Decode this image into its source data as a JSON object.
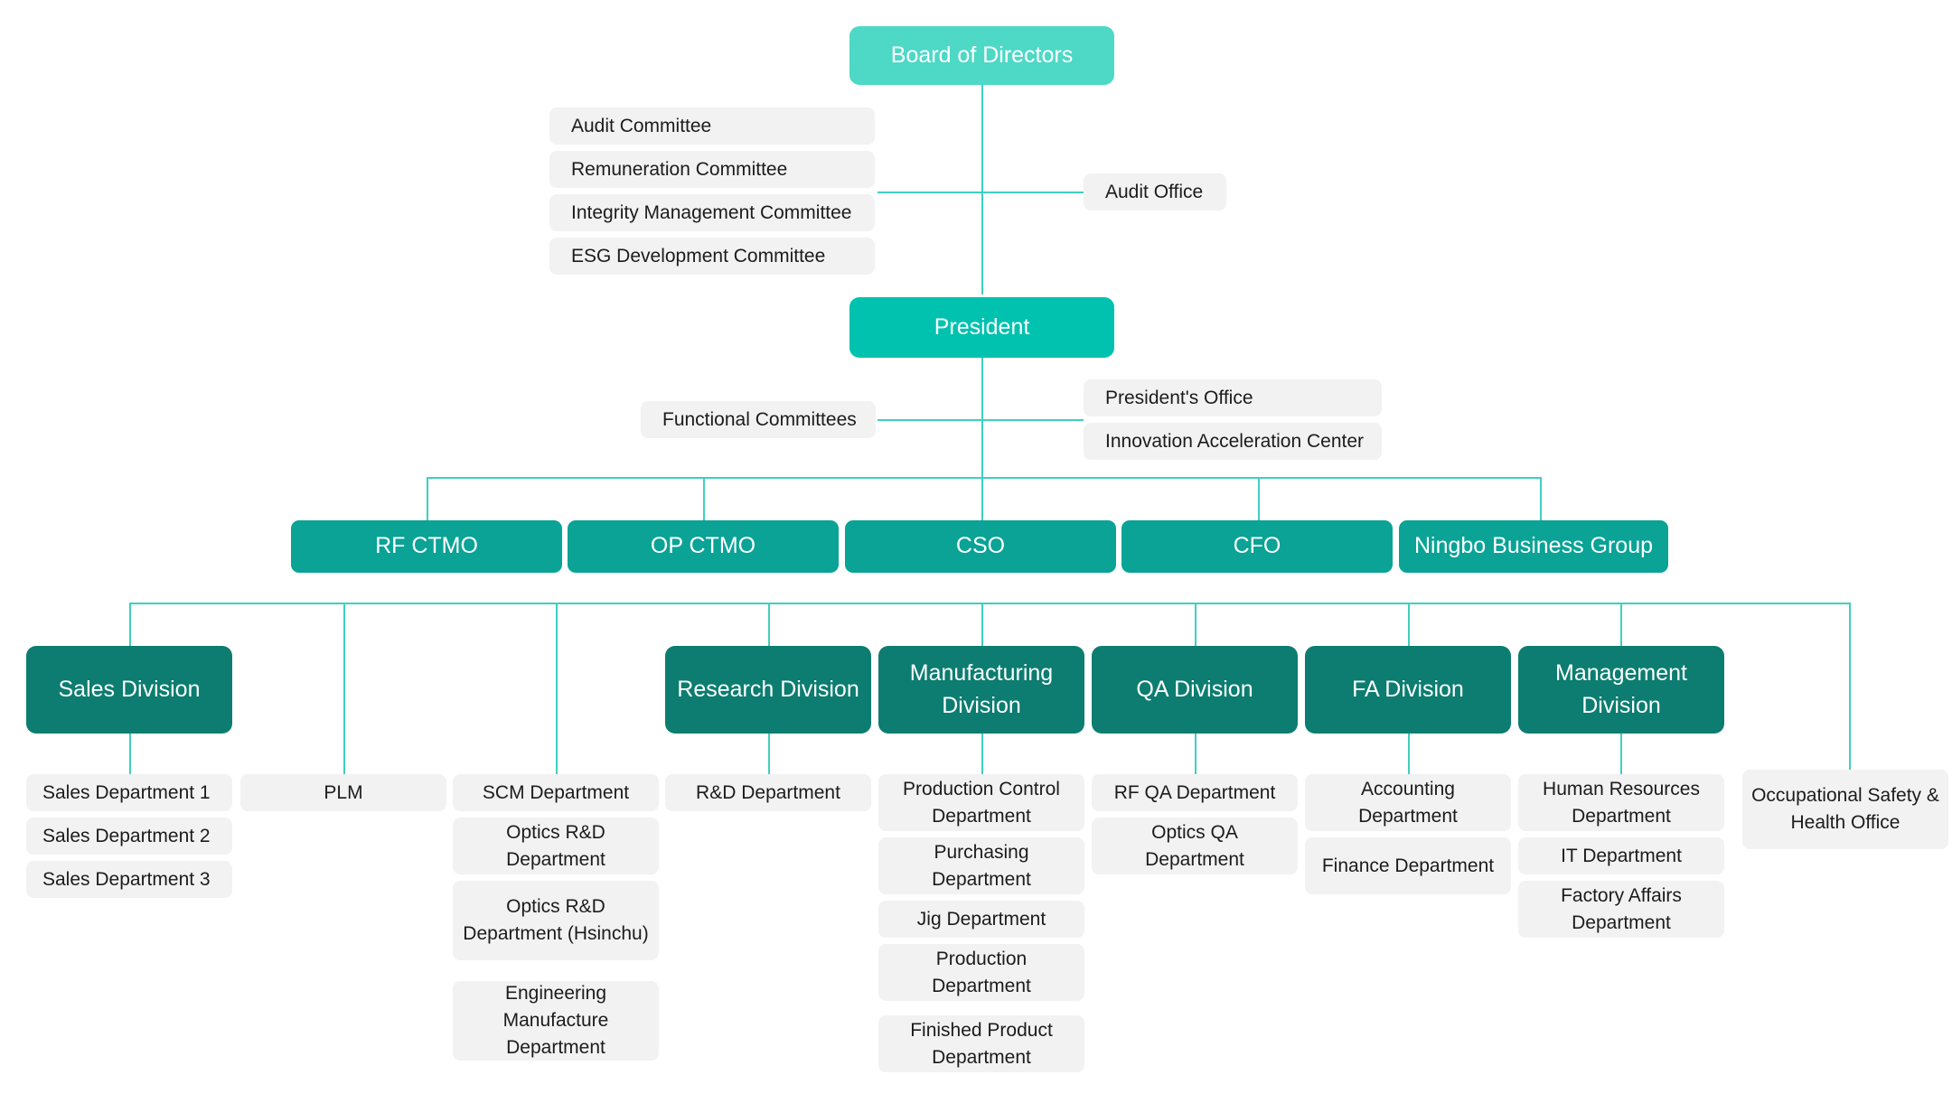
{
  "meta": {
    "title": "Corporate Organization Chart",
    "colors": {
      "board": "#4ED8C6",
      "president": "#00C2AE",
      "ctmo": "#0AA396",
      "division": "#0C7D70",
      "box_grey": "#F2F2F2",
      "line": "#3FCFC0",
      "text_dark": "#1C1C1C",
      "text_light": "#FFFFFF",
      "background": "#FFFFFF"
    }
  },
  "board": {
    "label": "Board of Directors"
  },
  "board_committees": [
    {
      "label": "Audit Committee"
    },
    {
      "label": "Remuneration Committee"
    },
    {
      "label": "Integrity Management Committee"
    },
    {
      "label": "ESG Development Committee"
    }
  ],
  "audit_office": {
    "label": "Audit Office"
  },
  "president": {
    "label": "President"
  },
  "functional_committees": {
    "label": "Functional Committees"
  },
  "president_units": [
    {
      "label": "President's Office"
    },
    {
      "label": "Innovation Acceleration Center"
    }
  ],
  "executives": [
    {
      "label": "RF CTMO"
    },
    {
      "label": "OP CTMO"
    },
    {
      "label": "CSO"
    },
    {
      "label": "CFO"
    },
    {
      "label": "Ningbo Business Group"
    }
  ],
  "divisions": [
    {
      "label": "Sales Division"
    },
    {
      "label": "Research Division"
    },
    {
      "label": "Manufacturing Division"
    },
    {
      "label": "QA Division"
    },
    {
      "label": "FA Division"
    },
    {
      "label": "Management Division"
    }
  ],
  "departments": {
    "sales": [
      {
        "label": "Sales Department 1"
      },
      {
        "label": "Sales Department 2"
      },
      {
        "label": "Sales Department 3"
      }
    ],
    "plm": [
      {
        "label": "PLM"
      }
    ],
    "scm": [
      {
        "label": "SCM Department"
      },
      {
        "label": "Optics R&D Department"
      },
      {
        "label": "Optics R&D Department (Hsinchu)"
      },
      {
        "label": "Engineering Manufacture Department"
      }
    ],
    "research": [
      {
        "label": "R&D Department"
      }
    ],
    "manufacturing": [
      {
        "label": "Production Control Department"
      },
      {
        "label": "Purchasing Department"
      },
      {
        "label": "Jig Department"
      },
      {
        "label": "Production Department"
      },
      {
        "label": "Finished Product Department"
      }
    ],
    "qa": [
      {
        "label": "RF QA Department"
      },
      {
        "label": "Optics QA Department"
      }
    ],
    "fa": [
      {
        "label": "Accounting Department"
      },
      {
        "label": "Finance Department"
      }
    ],
    "management": [
      {
        "label": "Human Resources Department"
      },
      {
        "label": "IT Department"
      },
      {
        "label": "Factory Affairs Department"
      }
    ],
    "safety": [
      {
        "label": "Occupational Safety & Health Office"
      }
    ]
  }
}
